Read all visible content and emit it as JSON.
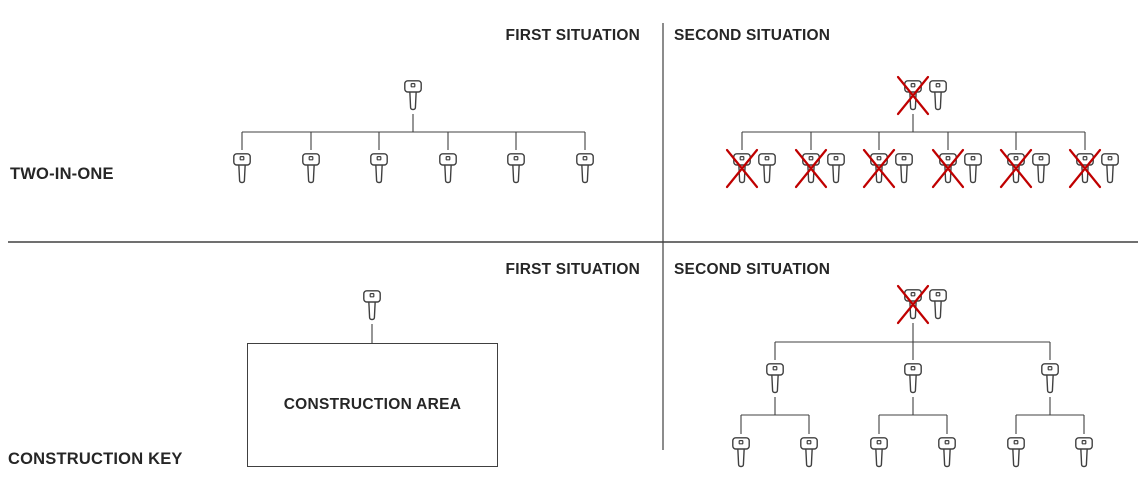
{
  "colors": {
    "line": "#404040",
    "cross": "#C00000",
    "text": "#262626",
    "background": "#FFFFFF"
  },
  "rows": [
    {
      "label": "TWO-IN-ONE",
      "first": {
        "header": "FIRST SITUATION",
        "master": {
          "crossed": false,
          "replacement": false
        },
        "children": [
          {
            "crossed": false,
            "replacement": false
          },
          {
            "crossed": false,
            "replacement": false
          },
          {
            "crossed": false,
            "replacement": false
          },
          {
            "crossed": false,
            "replacement": false
          },
          {
            "crossed": false,
            "replacement": false
          },
          {
            "crossed": false,
            "replacement": false
          }
        ]
      },
      "second": {
        "header": "SECOND SITUATION",
        "master": {
          "crossed": true,
          "replacement": true
        },
        "children": [
          {
            "crossed": true,
            "replacement": true
          },
          {
            "crossed": true,
            "replacement": true
          },
          {
            "crossed": true,
            "replacement": true
          },
          {
            "crossed": true,
            "replacement": true
          },
          {
            "crossed": true,
            "replacement": true
          },
          {
            "crossed": true,
            "replacement": true
          }
        ]
      }
    },
    {
      "label": "CONSTRUCTION KEY",
      "first": {
        "header": "FIRST SITUATION",
        "master": {
          "crossed": false,
          "replacement": false
        },
        "construction_area": {
          "label": "CONSTRUCTION AREA"
        }
      },
      "second": {
        "header": "SECOND SITUATION",
        "master": {
          "crossed": true,
          "replacement": true
        },
        "children": [
          {
            "crossed": false,
            "replacement": false,
            "leaves": 2
          },
          {
            "crossed": false,
            "replacement": false,
            "leaves": 2
          },
          {
            "crossed": false,
            "replacement": false,
            "leaves": 2
          }
        ]
      }
    }
  ]
}
